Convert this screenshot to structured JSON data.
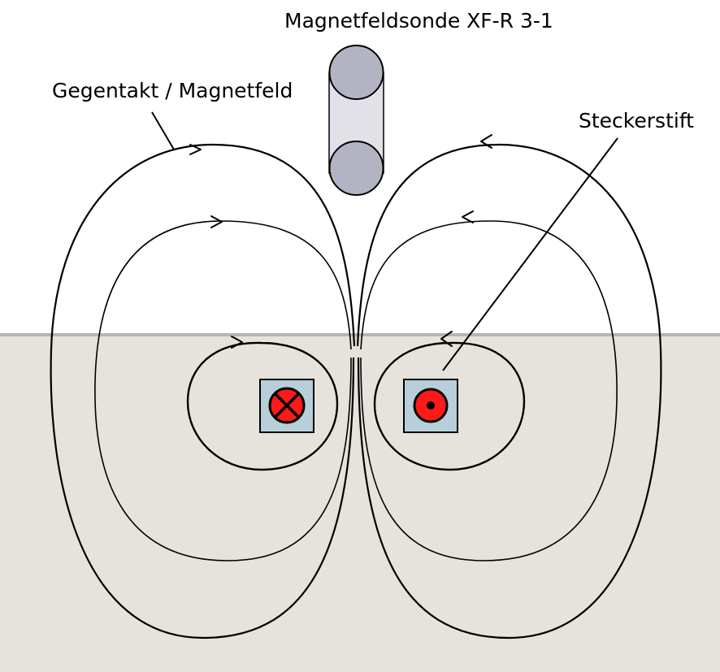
{
  "labels": {
    "probe": "Magnetfeldsonde XF-R 3-1",
    "field": "Gegentakt / Magnetfeld",
    "pin": "Steckerstift"
  },
  "colors": {
    "background_top": "#ffffff",
    "substrate": "#e6e2dc",
    "substrate_edge": "#b8b4ae",
    "probe_body": "#e3e1e8",
    "probe_end": "#b2b4c4",
    "pin_square": "#b7cfd8",
    "conductor": "#ff1a1a",
    "line": "#000000"
  },
  "conductors": [
    {
      "name": "left",
      "direction": "into-page"
    },
    {
      "name": "right",
      "direction": "out-of-page"
    }
  ]
}
